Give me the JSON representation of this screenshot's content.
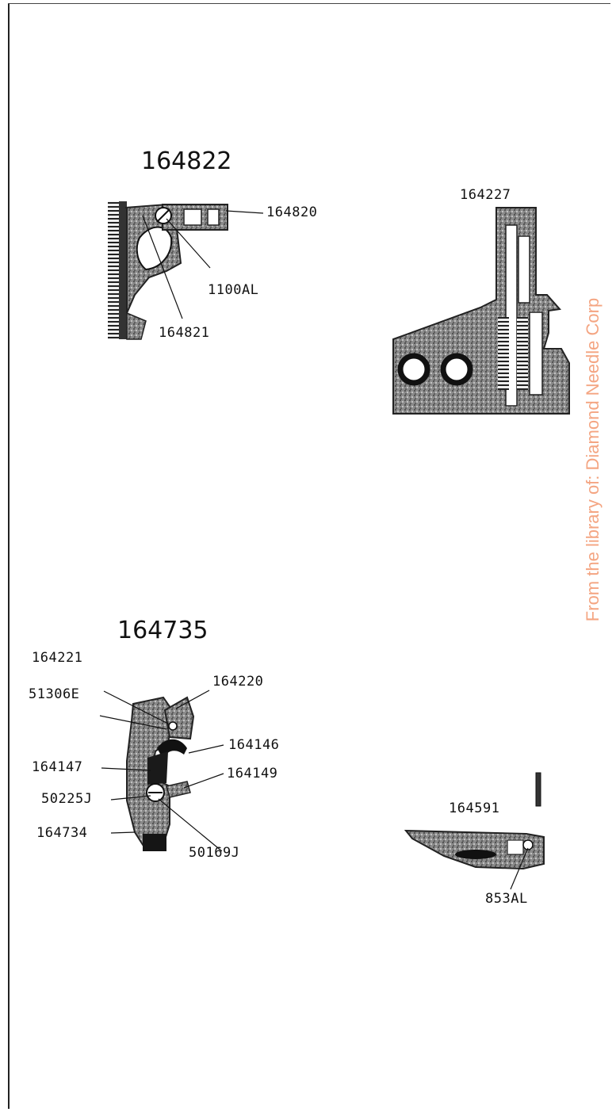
{
  "figures": {
    "fig1": {
      "title": "164822",
      "labels": {
        "a": "164820",
        "b": "1100AL",
        "c": "164821"
      }
    },
    "fig2": {
      "title": "",
      "labels": {
        "a": "164227"
      }
    },
    "fig3": {
      "title": "164735",
      "labels": {
        "a": "164221",
        "b": "164220",
        "c": "51306E",
        "d": "164146",
        "e": "164147",
        "f": "164149",
        "g": "50225J",
        "h": "164734",
        "i": "50169J"
      }
    },
    "fig4": {
      "title": "",
      "labels": {
        "a": "164591",
        "b": "853AL"
      }
    }
  },
  "watermark": {
    "text": "From the library of: Diamond Needle Corp",
    "color": "#f4a582"
  }
}
